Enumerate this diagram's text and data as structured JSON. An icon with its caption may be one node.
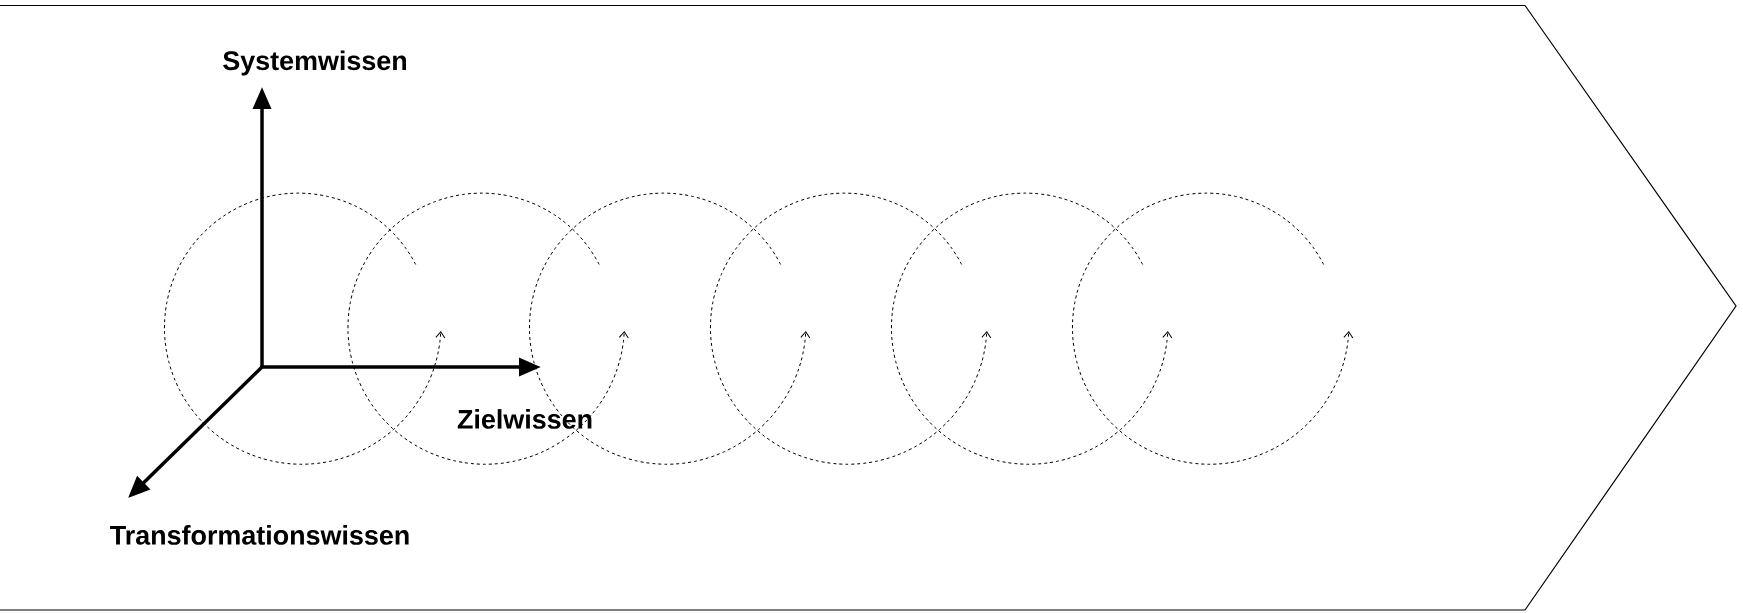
{
  "diagram": {
    "labels": [
      "Systemwissen",
      "Zielwissen",
      "Transformationswissen"
    ]
  }
}
